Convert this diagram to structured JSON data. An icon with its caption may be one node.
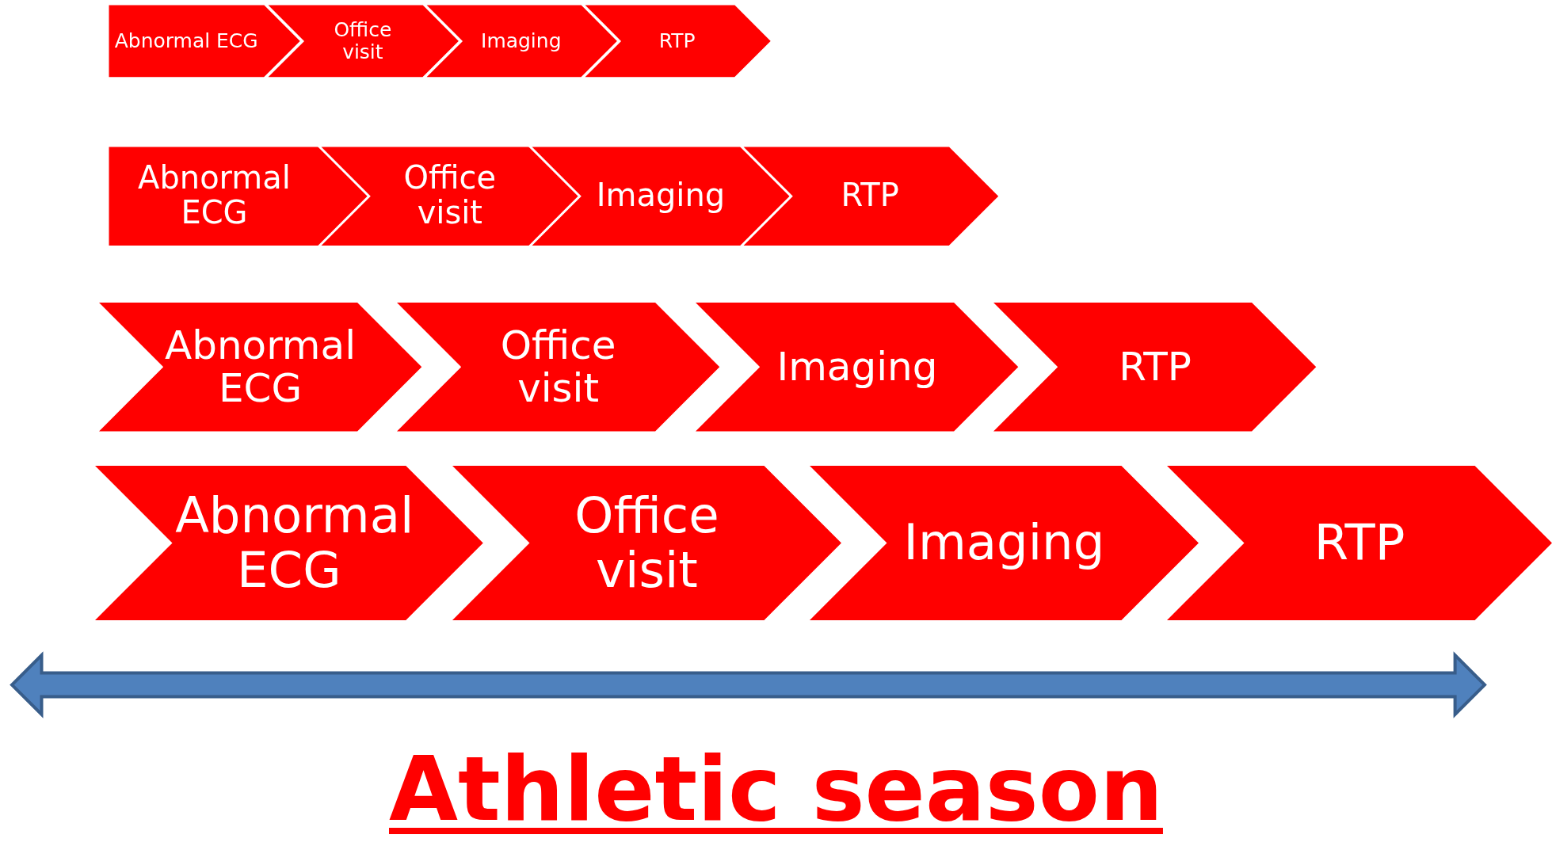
{
  "diagram": {
    "caption": "Athletic season",
    "nodes": [
      {
        "text": [
          "Abnormal ECG"
        ]
      },
      {
        "text": [
          "Office visit"
        ]
      },
      {
        "text": [
          "Imaging"
        ]
      },
      {
        "text": [
          "RTP"
        ]
      },
      {
        "text": [
          "Abnormal ECG"
        ]
      },
      {
        "text": [
          "Office visit"
        ]
      },
      {
        "text": [
          "Imaging"
        ]
      },
      {
        "text": [
          "RTP"
        ]
      },
      {
        "text": [
          "Abnormal ECG"
        ]
      },
      {
        "text": [
          "Office visit"
        ]
      },
      {
        "text": [
          "Imaging"
        ]
      },
      {
        "text": [
          "RTP"
        ]
      },
      {
        "text": [
          "Abnormal ECG"
        ]
      },
      {
        "text": [
          "Office visit"
        ]
      },
      {
        "text": [
          "Imaging"
        ]
      },
      {
        "text": [
          "RTP"
        ]
      }
    ]
  }
}
